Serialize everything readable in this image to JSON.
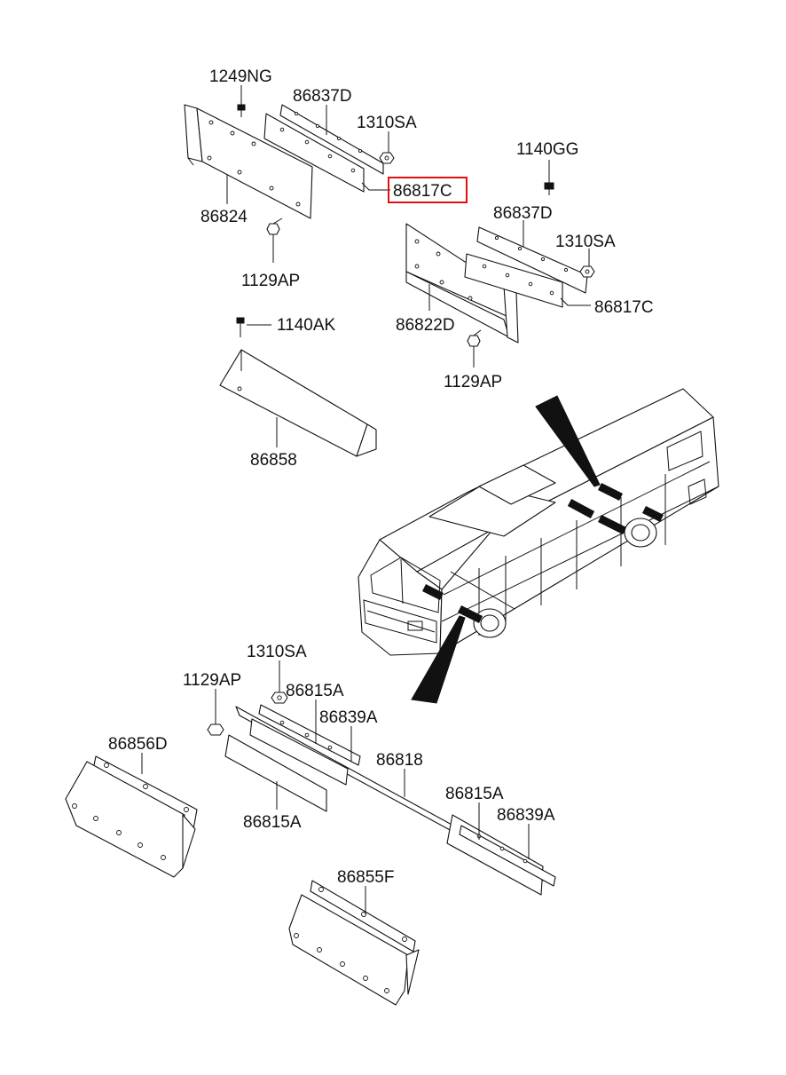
{
  "labels": {
    "l1249ng": "1249NG",
    "l86837d_top": "86837D",
    "l1310sa_top": "1310SA",
    "l86817c_hl": "86817C",
    "l86824": "86824",
    "l1129ap_top": "1129AP",
    "l1140gg": "1140GG",
    "l86837d_right": "86837D",
    "l1310sa_right": "1310SA",
    "l86817c_right": "86817C",
    "l86822d": "86822D",
    "l1129ap_right": "1129AP",
    "l1140ak": "1140AK",
    "l86858": "86858",
    "l1310sa_bottom": "1310SA",
    "l1129ap_bottom": "1129AP",
    "l86815a_top": "86815A",
    "l86839a_top": "86839A",
    "l86856d": "86856D",
    "l86818": "86818",
    "l86815a_mid": "86815A",
    "l86839a_right": "86839A",
    "l86815a_left": "86815A",
    "l86855f": "86855F"
  },
  "highlight": {
    "part": "86817C",
    "color": "#e01010"
  }
}
